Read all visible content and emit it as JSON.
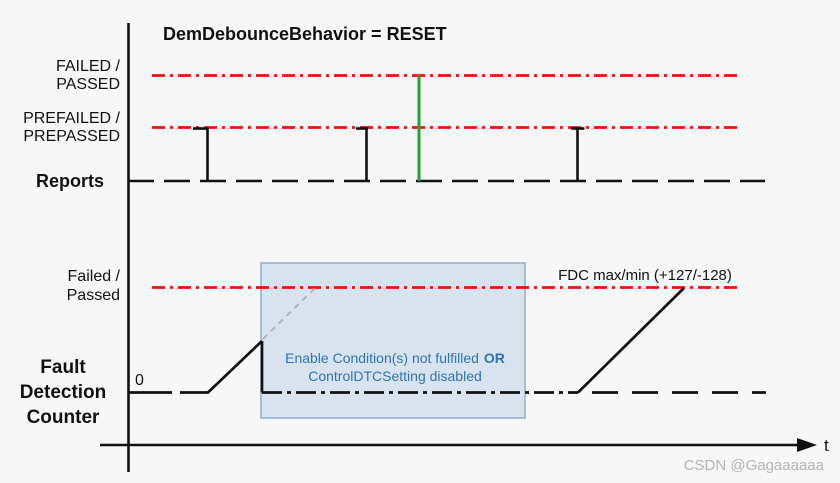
{
  "title": "DemDebounceBehavior = RESET",
  "left_labels": {
    "failed_passed": [
      "FAILED /",
      "PASSED"
    ],
    "prefailed_prepassed": [
      "PREFAILED /",
      "PREPASSED"
    ],
    "reports": "Reports",
    "fdc_failed_passed": [
      "Failed /",
      "Passed"
    ],
    "fault_detection_counter": [
      "Fault",
      "Detection",
      "Counter"
    ],
    "zero": "0"
  },
  "annotations": {
    "fdc_max_label": "FDC max/min (+127/-128)",
    "overlay_line1": "Enable Condition(s) not fulfilled",
    "overlay_line1_bold": "OR",
    "overlay_line2": "ControlDTCSetting disabled",
    "time_axis_label": "t"
  },
  "watermark": "CSDN @Gagaaaaaa",
  "colors": {
    "threshold_red": "#ee1111",
    "failed_report_green": "#1fa33c",
    "overlay_fill": "#d9e3f0",
    "overlay_border": "#8fafcf",
    "overlay_text_blue": "#2e74b5",
    "projection_gray": "#b3b3b3",
    "line_black": "#111111",
    "background": "#f7f7f7",
    "watermark_gray": "#b5b5b5"
  }
}
